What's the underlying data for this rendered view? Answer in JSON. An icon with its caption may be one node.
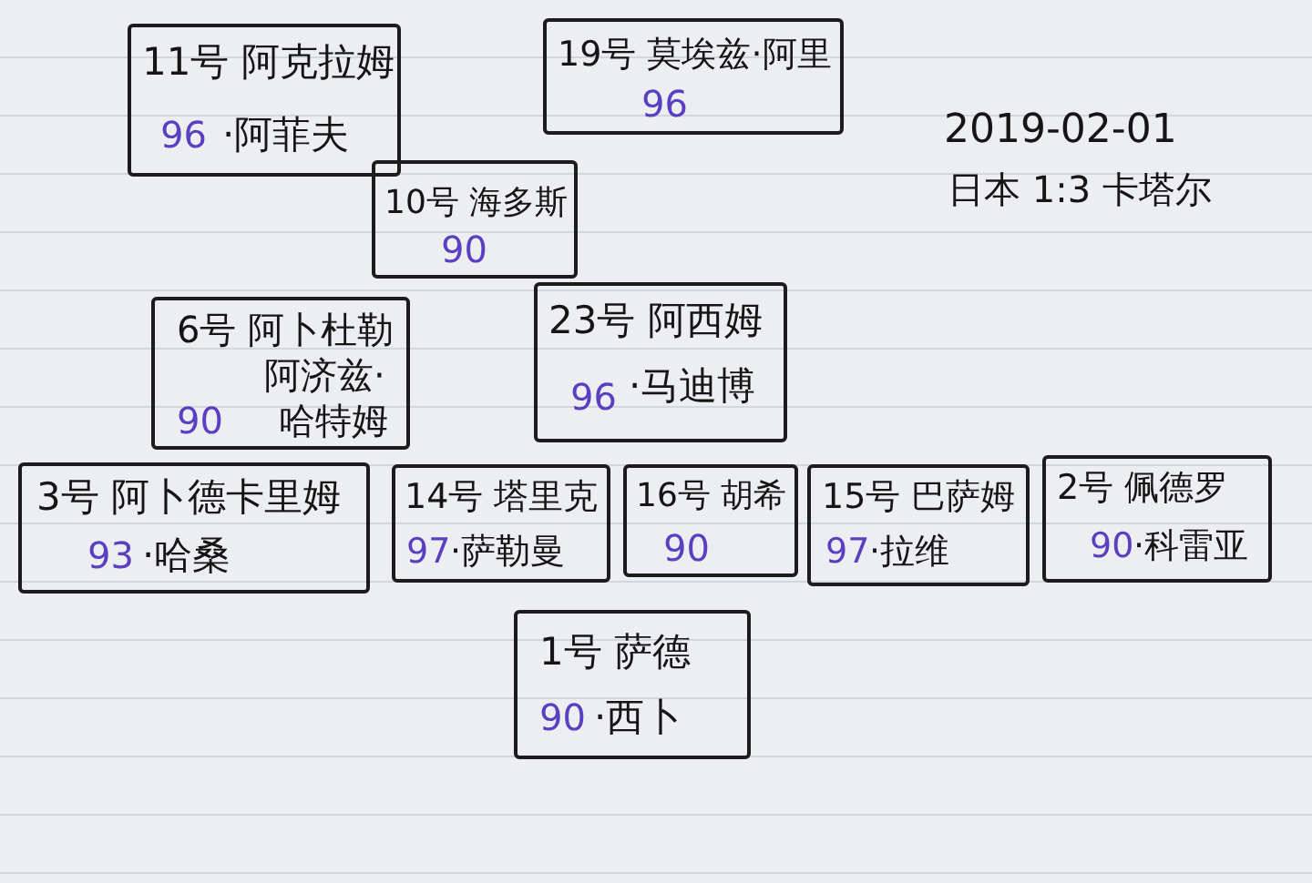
{
  "diagram": {
    "nodes": [
      {
        "text": [
          "11号 阿克拉姆",
          "96",
          "·阿菲夫"
        ]
      },
      {
        "text": [
          "19号 莫埃兹·阿里",
          "96"
        ]
      },
      {
        "text": [
          "10号 海多斯",
          "90"
        ]
      },
      {
        "text": [
          "6号 阿卜杜勒",
          "阿济兹·",
          "90",
          "哈特姆"
        ]
      },
      {
        "text": [
          "23号 阿西姆",
          "96",
          "·马迪博"
        ]
      },
      {
        "text": [
          "3号 阿卜德卡里姆",
          "93",
          "·哈桑"
        ]
      },
      {
        "text": [
          "14号 塔里克",
          "97",
          "·萨勒曼"
        ]
      },
      {
        "text": [
          "16号 胡希",
          "90"
        ]
      },
      {
        "text": [
          "15号 巴萨姆",
          "97",
          "·拉维"
        ]
      },
      {
        "text": [
          "2号 佩德罗",
          "90",
          "·科雷亚"
        ]
      },
      {
        "text": [
          "1号 萨德",
          "90",
          "·西卜"
        ]
      }
    ],
    "labels": [
      "2019-02-01",
      "日本 1:3 卡塔尔"
    ]
  }
}
